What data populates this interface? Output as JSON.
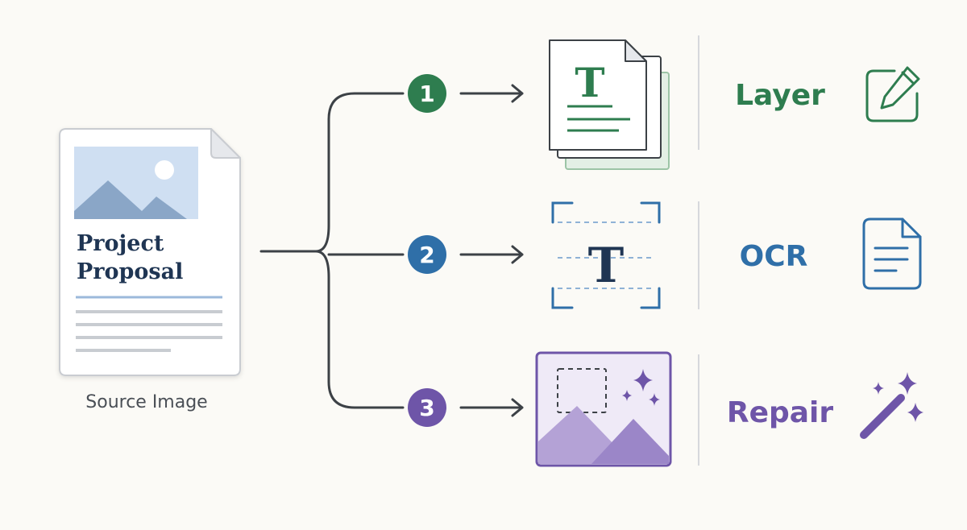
{
  "source": {
    "title_line1": "Project",
    "title_line2": "Proposal",
    "caption": "Source Image"
  },
  "steps": [
    {
      "number": "1",
      "label": "Layer",
      "glyph": "T",
      "color": "#2e7d4f",
      "icon": "pencil-edit-icon"
    },
    {
      "number": "2",
      "label": "OCR",
      "glyph": "T",
      "color": "#2f6fa8",
      "icon": "document-lines-icon"
    },
    {
      "number": "3",
      "label": "Repair",
      "color": "#6e55a8",
      "icon": "magic-wand-icon"
    }
  ],
  "colors": {
    "background": "#fbfaf6",
    "connector": "#3c4146",
    "title": "#1f3553",
    "caption": "#4a4f56"
  }
}
